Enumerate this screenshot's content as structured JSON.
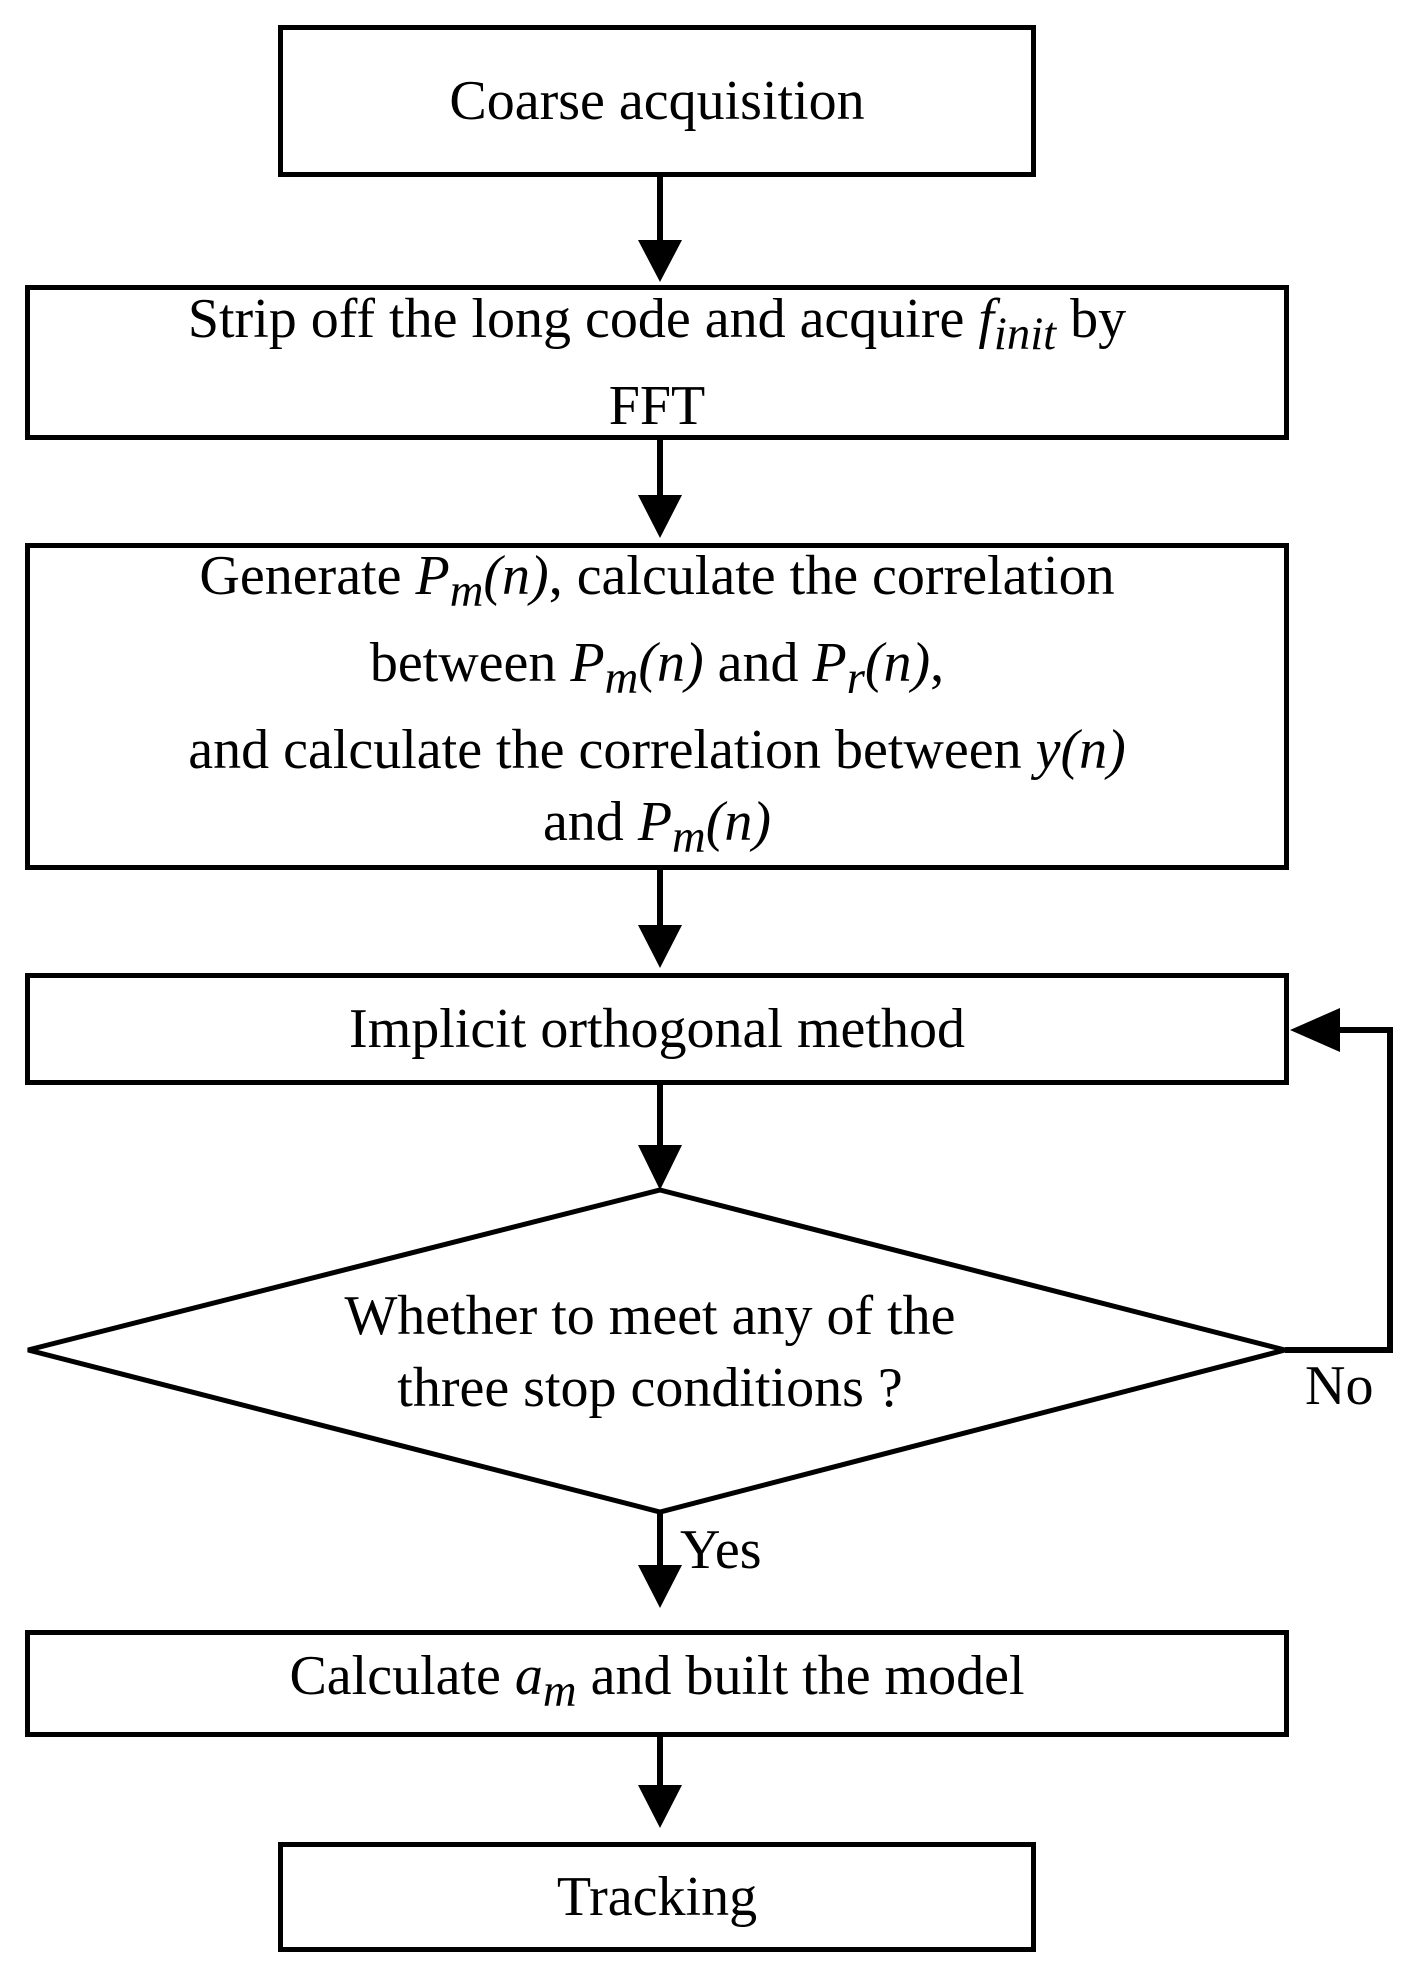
{
  "nodes": {
    "coarse": {
      "text": "Coarse acquisition"
    },
    "strip": {
      "line1_a": "Strip off the long code  and acquire ",
      "line1_sym": "f",
      "line1_sub": "init",
      "line1_b": " by",
      "line2": "FFT"
    },
    "generate": {
      "l1_a": "Generate ",
      "l1_sym": "P",
      "l1_sub": "m",
      "l1_arg": "(n)",
      "l1_b": ", calculate the correlation",
      "l2_a": "between ",
      "l2_sym1": "P",
      "l2_sub1": "m",
      "l2_arg1": "(n)",
      "l2_b": " and ",
      "l2_sym2": "P",
      "l2_sub2": "r",
      "l2_arg2": "(n)",
      "l2_c": ",",
      "l3_a": "and calculate the correlation between ",
      "l3_sym": "y",
      "l3_arg": "(n)",
      "l4_a": "and ",
      "l4_sym": "P",
      "l4_sub": "m",
      "l4_arg": "(n)"
    },
    "implicit": {
      "text": "Implicit orthogonal method"
    },
    "decision": {
      "line1": "Whether to meet any of the",
      "line2": "three stop conditions ?"
    },
    "calculate": {
      "a": "Calculate ",
      "sym": "a",
      "sub": "m",
      "b": " and built the model"
    },
    "tracking": {
      "text": "Tracking"
    }
  },
  "edges": {
    "no_label": "No",
    "yes_label": "Yes"
  }
}
